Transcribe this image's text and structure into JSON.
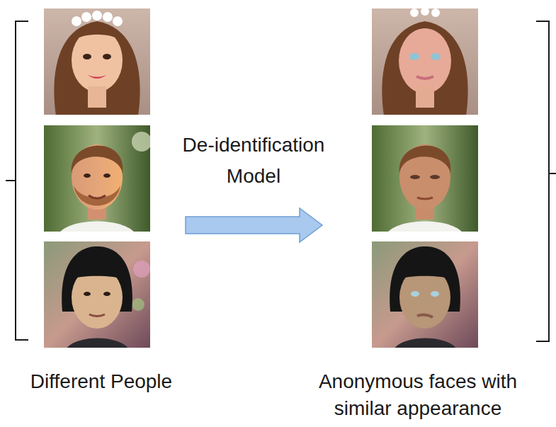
{
  "diagram": {
    "nodes": [
      {
        "text": [
          "Different People"
        ]
      },
      {
        "text": [
          "Anonymous faces with similar appearance"
        ]
      }
    ],
    "edges": [
      {
        "from": 0,
        "to": 1,
        "arrow": "to",
        "label": "De-identification Model"
      }
    ]
  }
}
